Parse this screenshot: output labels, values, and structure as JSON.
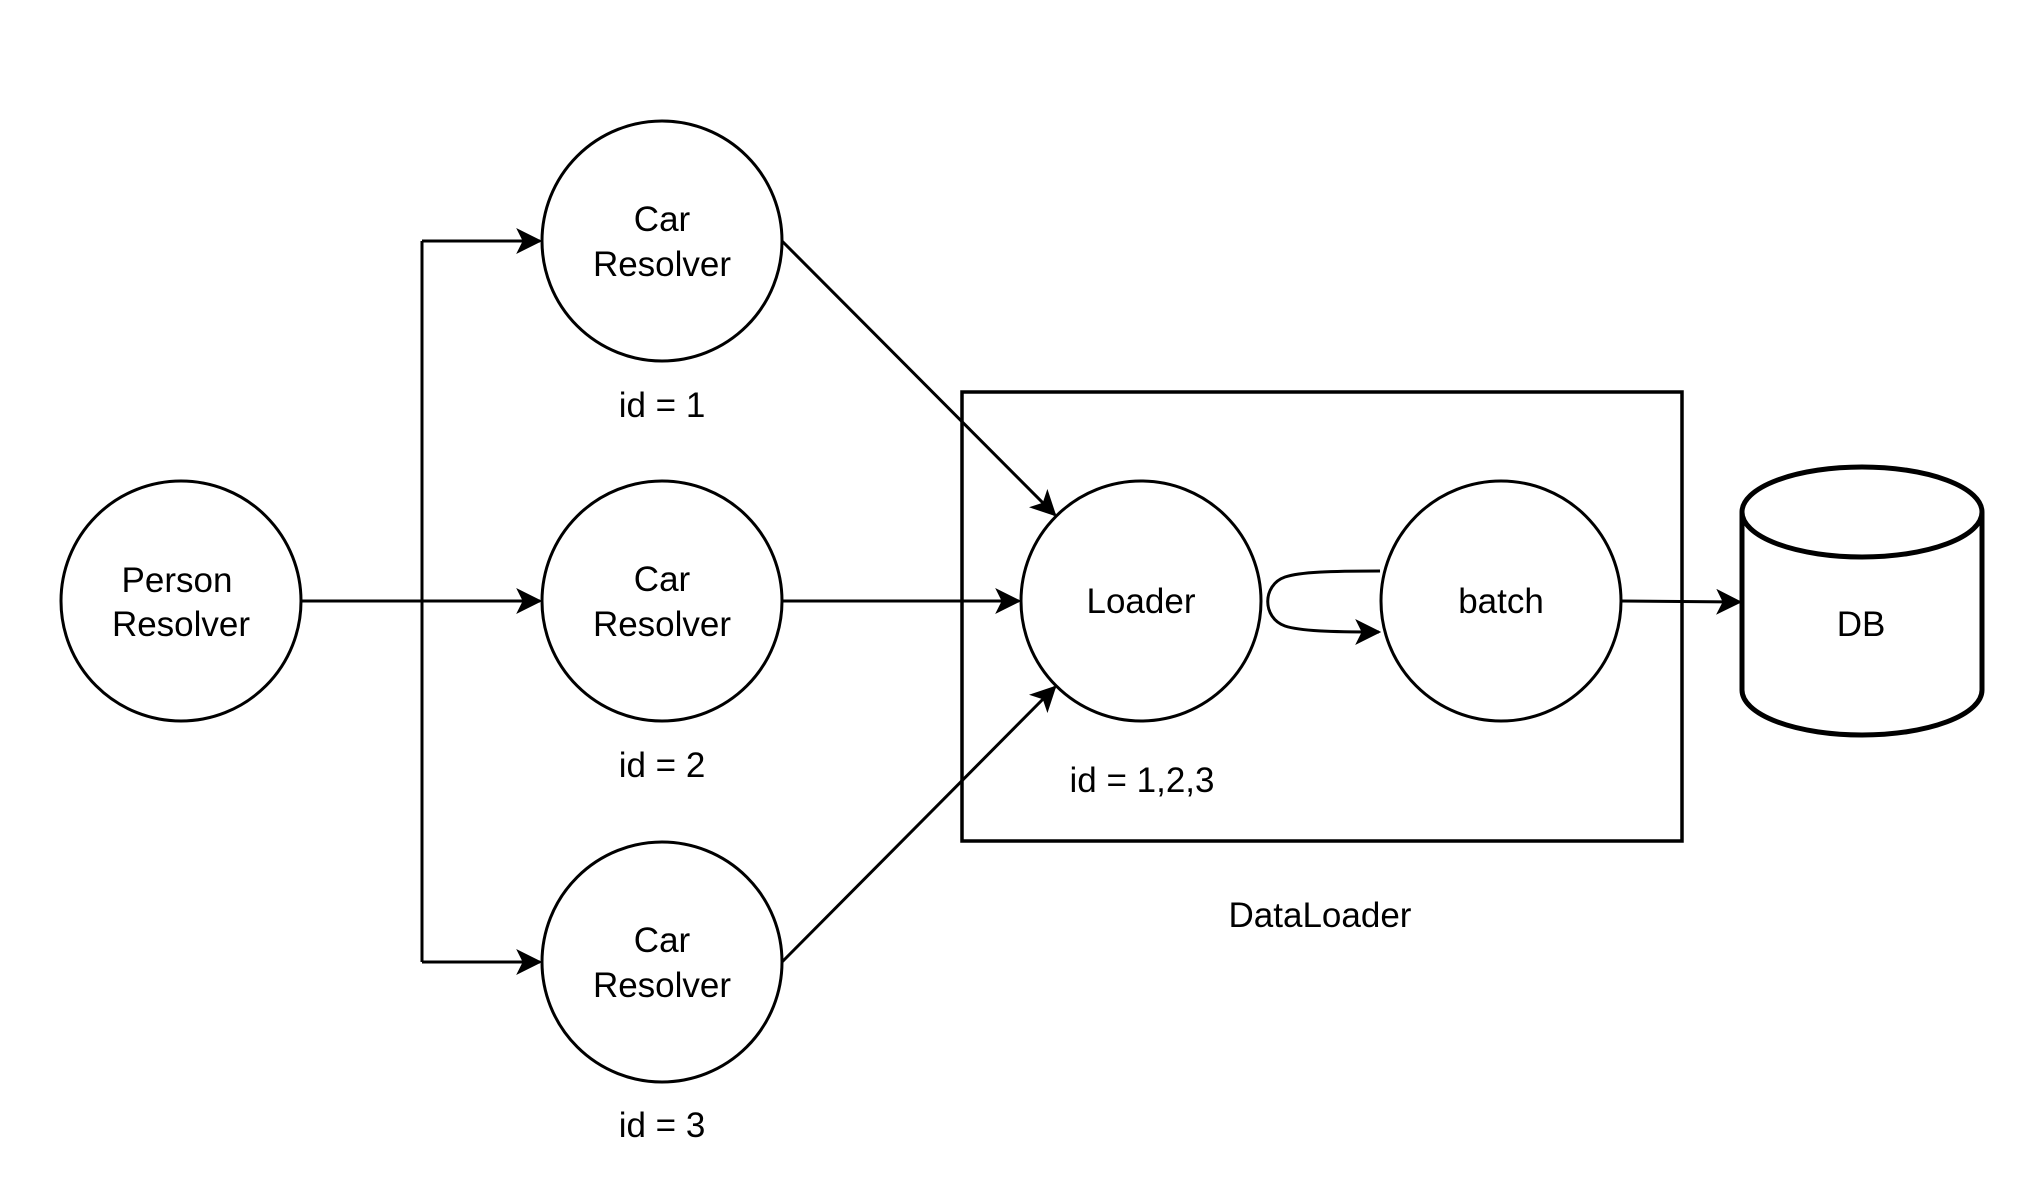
{
  "diagram": {
    "nodes": {
      "person_resolver": {
        "lines": [
          "Person",
          "Resolver"
        ],
        "shape": "circle"
      },
      "car_resolver_1": {
        "lines": [
          "Car",
          "Resolver"
        ],
        "shape": "circle",
        "caption": "id = 1"
      },
      "car_resolver_2": {
        "lines": [
          "Car",
          "Resolver"
        ],
        "shape": "circle",
        "caption": "id = 2"
      },
      "car_resolver_3": {
        "lines": [
          "Car",
          "Resolver"
        ],
        "shape": "circle",
        "caption": "id = 3"
      },
      "loader": {
        "lines": [
          "Loader"
        ],
        "shape": "circle",
        "caption": "id = 1,2,3"
      },
      "batch": {
        "lines": [
          "batch"
        ],
        "shape": "circle"
      },
      "db": {
        "lines": [
          "DB"
        ],
        "shape": "cylinder"
      }
    },
    "groups": {
      "dataloader": {
        "label": "DataLoader",
        "contains": [
          "loader",
          "batch"
        ]
      }
    },
    "edges": [
      {
        "from": "person_resolver",
        "to": "car_resolver_1"
      },
      {
        "from": "person_resolver",
        "to": "car_resolver_2"
      },
      {
        "from": "person_resolver",
        "to": "car_resolver_3"
      },
      {
        "from": "car_resolver_1",
        "to": "loader"
      },
      {
        "from": "car_resolver_2",
        "to": "loader"
      },
      {
        "from": "car_resolver_3",
        "to": "loader"
      },
      {
        "from": "loader",
        "to": "batch"
      },
      {
        "from": "batch",
        "to": "db"
      }
    ],
    "colors": {
      "stroke": "#000000",
      "fill": "#ffffff",
      "text": "#000000"
    }
  }
}
